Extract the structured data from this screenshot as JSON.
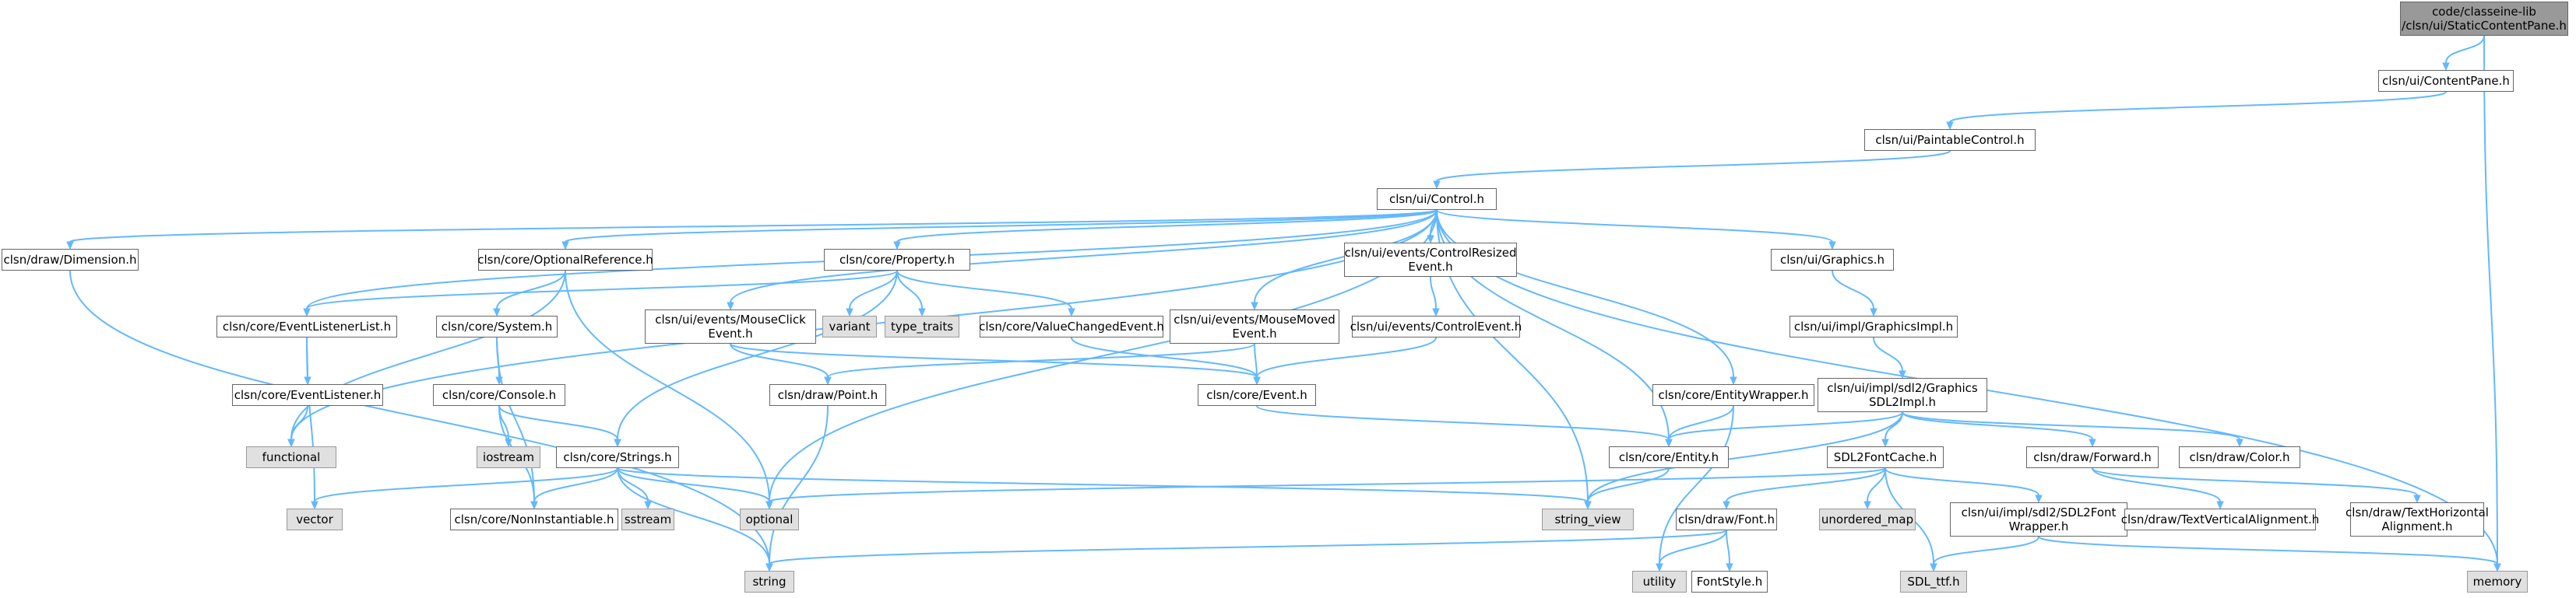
{
  "graph": {
    "nodes": [
      {
        "id": "root",
        "label": "code/classeine-lib\n/clsn/ui/StaticContentPane.h",
        "kind": "root"
      },
      {
        "id": "contentpane",
        "label": "clsn/ui/ContentPane.h",
        "kind": "file"
      },
      {
        "id": "paintable",
        "label": "clsn/ui/PaintableControl.h",
        "kind": "file"
      },
      {
        "id": "control",
        "label": "clsn/ui/Control.h",
        "kind": "file"
      },
      {
        "id": "dimension",
        "label": "clsn/draw/Dimension.h",
        "kind": "file"
      },
      {
        "id": "optref",
        "label": "clsn/core/OptionalReference.h",
        "kind": "file"
      },
      {
        "id": "property",
        "label": "clsn/core/Property.h",
        "kind": "file"
      },
      {
        "id": "resizedevent",
        "label": "clsn/ui/events/ControlResized\nEvent.h",
        "kind": "file"
      },
      {
        "id": "graphics",
        "label": "clsn/ui/Graphics.h",
        "kind": "file"
      },
      {
        "id": "listenerlist",
        "label": "clsn/core/EventListenerList.h",
        "kind": "file"
      },
      {
        "id": "system",
        "label": "clsn/core/System.h",
        "kind": "file"
      },
      {
        "id": "variant",
        "label": "variant",
        "kind": "system"
      },
      {
        "id": "typetraits",
        "label": "type_traits",
        "kind": "system"
      },
      {
        "id": "valuechanged",
        "label": "clsn/core/ValueChangedEvent.h",
        "kind": "file"
      },
      {
        "id": "mouseclick",
        "label": "clsn/ui/events/MouseClick\nEvent.h",
        "kind": "file"
      },
      {
        "id": "mousemoved",
        "label": "clsn/ui/events/MouseMoved\nEvent.h",
        "kind": "file"
      },
      {
        "id": "controlevent",
        "label": "clsn/ui/events/ControlEvent.h",
        "kind": "file"
      },
      {
        "id": "graphicsimpl",
        "label": "clsn/ui/impl/GraphicsImpl.h",
        "kind": "file"
      },
      {
        "id": "eventlistener",
        "label": "clsn/core/EventListener.h",
        "kind": "file"
      },
      {
        "id": "console",
        "label": "clsn/core/Console.h",
        "kind": "file"
      },
      {
        "id": "point",
        "label": "clsn/draw/Point.h",
        "kind": "file"
      },
      {
        "id": "event",
        "label": "clsn/core/Event.h",
        "kind": "file"
      },
      {
        "id": "entitywrapper",
        "label": "clsn/core/EntityWrapper.h",
        "kind": "file"
      },
      {
        "id": "sdl2graphicsimpl",
        "label": "clsn/ui/impl/sdl2/Graphics\nSDL2Impl.h",
        "kind": "file"
      },
      {
        "id": "functional",
        "label": "functional",
        "kind": "system"
      },
      {
        "id": "iostream",
        "label": "iostream",
        "kind": "system"
      },
      {
        "id": "strings",
        "label": "clsn/core/Strings.h",
        "kind": "file"
      },
      {
        "id": "entity",
        "label": "clsn/core/Entity.h",
        "kind": "file"
      },
      {
        "id": "fontcache",
        "label": "SDL2FontCache.h",
        "kind": "file"
      },
      {
        "id": "forward",
        "label": "clsn/draw/Forward.h",
        "kind": "file"
      },
      {
        "id": "color",
        "label": "clsn/draw/Color.h",
        "kind": "file"
      },
      {
        "id": "vector",
        "label": "vector",
        "kind": "system"
      },
      {
        "id": "noninst",
        "label": "clsn/core/NonInstantiable.h",
        "kind": "file"
      },
      {
        "id": "sstream",
        "label": "sstream",
        "kind": "system"
      },
      {
        "id": "optional",
        "label": "optional",
        "kind": "system"
      },
      {
        "id": "stringview",
        "label": "string_view",
        "kind": "system"
      },
      {
        "id": "font",
        "label": "clsn/draw/Font.h",
        "kind": "file"
      },
      {
        "id": "unorderedmap",
        "label": "unordered_map",
        "kind": "system"
      },
      {
        "id": "fontwrapper",
        "label": "clsn/ui/impl/sdl2/SDL2Font\nWrapper.h",
        "kind": "file"
      },
      {
        "id": "textvalign",
        "label": "clsn/draw/TextVerticalAlignment.h",
        "kind": "file"
      },
      {
        "id": "texthalign",
        "label": "clsn/draw/TextHorizontal\nAlignment.h",
        "kind": "file"
      },
      {
        "id": "string",
        "label": "string",
        "kind": "system"
      },
      {
        "id": "utility",
        "label": "utility",
        "kind": "system"
      },
      {
        "id": "fontstyle",
        "label": "FontStyle.h",
        "kind": "file"
      },
      {
        "id": "sdlttf",
        "label": "SDL_ttf.h",
        "kind": "system"
      },
      {
        "id": "memory",
        "label": "memory",
        "kind": "system"
      }
    ],
    "edges": [
      [
        "root",
        "contentpane"
      ],
      [
        "root",
        "memory"
      ],
      [
        "contentpane",
        "paintable"
      ],
      [
        "paintable",
        "control"
      ],
      [
        "control",
        "dimension"
      ],
      [
        "control",
        "optref"
      ],
      [
        "control",
        "property"
      ],
      [
        "control",
        "resizedevent"
      ],
      [
        "control",
        "graphics"
      ],
      [
        "control",
        "listenerlist"
      ],
      [
        "control",
        "functional"
      ],
      [
        "control",
        "mouseclick"
      ],
      [
        "control",
        "mousemoved"
      ],
      [
        "control",
        "entitywrapper"
      ],
      [
        "control",
        "entity"
      ],
      [
        "control",
        "optional"
      ],
      [
        "control",
        "stringview"
      ],
      [
        "control",
        "memory"
      ],
      [
        "dimension",
        "string"
      ],
      [
        "optref",
        "system"
      ],
      [
        "optref",
        "functional"
      ],
      [
        "optref",
        "optional"
      ],
      [
        "property",
        "listenerlist"
      ],
      [
        "property",
        "variant"
      ],
      [
        "property",
        "typetraits"
      ],
      [
        "property",
        "valuechanged"
      ],
      [
        "property",
        "strings"
      ],
      [
        "resizedevent",
        "controlevent"
      ],
      [
        "graphics",
        "graphicsimpl"
      ],
      [
        "listenerlist",
        "eventlistener"
      ],
      [
        "listenerlist",
        "vector"
      ],
      [
        "system",
        "console"
      ],
      [
        "system",
        "noninst"
      ],
      [
        "valuechanged",
        "event"
      ],
      [
        "mouseclick",
        "point"
      ],
      [
        "mouseclick",
        "event"
      ],
      [
        "mousemoved",
        "point"
      ],
      [
        "mousemoved",
        "event"
      ],
      [
        "controlevent",
        "event"
      ],
      [
        "graphicsimpl",
        "sdl2graphicsimpl"
      ],
      [
        "eventlistener",
        "functional"
      ],
      [
        "console",
        "iostream"
      ],
      [
        "console",
        "strings"
      ],
      [
        "console",
        "noninst"
      ],
      [
        "point",
        "string"
      ],
      [
        "event",
        "entity"
      ],
      [
        "entitywrapper",
        "entity"
      ],
      [
        "entitywrapper",
        "utility"
      ],
      [
        "sdl2graphicsimpl",
        "entity"
      ],
      [
        "sdl2graphicsimpl",
        "fontcache"
      ],
      [
        "sdl2graphicsimpl",
        "forward"
      ],
      [
        "sdl2graphicsimpl",
        "color"
      ],
      [
        "sdl2graphicsimpl",
        "stringview"
      ],
      [
        "strings",
        "vector"
      ],
      [
        "strings",
        "noninst"
      ],
      [
        "strings",
        "sstream"
      ],
      [
        "strings",
        "optional"
      ],
      [
        "strings",
        "string"
      ],
      [
        "strings",
        "stringview"
      ],
      [
        "entity",
        "stringview"
      ],
      [
        "fontcache",
        "optional"
      ],
      [
        "fontcache",
        "font"
      ],
      [
        "fontcache",
        "unorderedmap"
      ],
      [
        "fontcache",
        "fontwrapper"
      ],
      [
        "fontcache",
        "sdlttf"
      ],
      [
        "forward",
        "textvalign"
      ],
      [
        "forward",
        "texthalign"
      ],
      [
        "font",
        "string"
      ],
      [
        "font",
        "utility"
      ],
      [
        "font",
        "fontstyle"
      ],
      [
        "fontwrapper",
        "sdlttf"
      ],
      [
        "fontwrapper",
        "memory"
      ]
    ]
  }
}
